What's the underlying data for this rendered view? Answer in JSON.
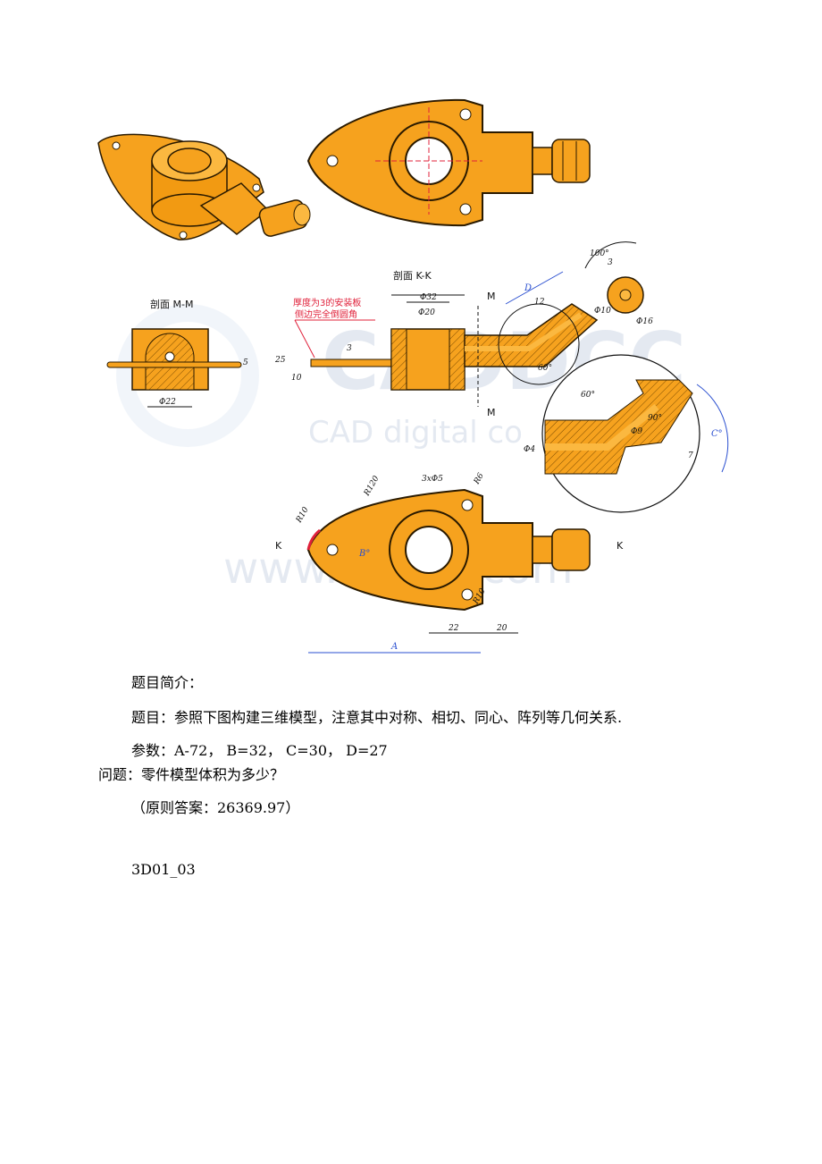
{
  "drawing": {
    "section_mm": "剖面 M-M",
    "section_kk": "剖面 K-K",
    "note_line1": "厚度为3的安装板",
    "note_line2": "侧边完全倒圆角",
    "dims": {
      "phi22": "Φ22",
      "d5": "5",
      "d25": "25",
      "d10": "10",
      "d3": "3",
      "phi32": "Φ32",
      "phi20": "Φ20",
      "M": "M",
      "D": "D",
      "d12": "12",
      "phi10": "Φ10",
      "a60": "60°",
      "a100": "100°",
      "d3b": "3",
      "phi16": "Φ16",
      "a60b": "60°",
      "a90": "90°",
      "phi9": "Φ9",
      "phi4": "Φ4",
      "d7": "7",
      "C": "C°",
      "R10a": "R10",
      "R120": "R120",
      "hole": "3xΦ5",
      "R6": "R6",
      "R10b": "R10",
      "B": "B°",
      "K": "K",
      "d22": "22",
      "d20": "20",
      "A": "A"
    },
    "watermark_logo": "CADDCC",
    "watermark_sub": "CAD digital co",
    "watermark_url": "www.bdocx.com"
  },
  "text": {
    "intro": "题目简介：",
    "task": "题目：参照下图构建三维模型，注意其中对称、相切、同心、阵列等几何关系.",
    "params": "参数：A-72， B=32， C=30， D=27",
    "question": "问题：零件模型体积为多少？",
    "answer": "（原则答案：26369.97）",
    "code": "3D01_03"
  },
  "colors": {
    "part": "#f6a21e",
    "edge": "#2a1a00",
    "dimension": "#2a4fd0",
    "note": "#e0203a"
  }
}
